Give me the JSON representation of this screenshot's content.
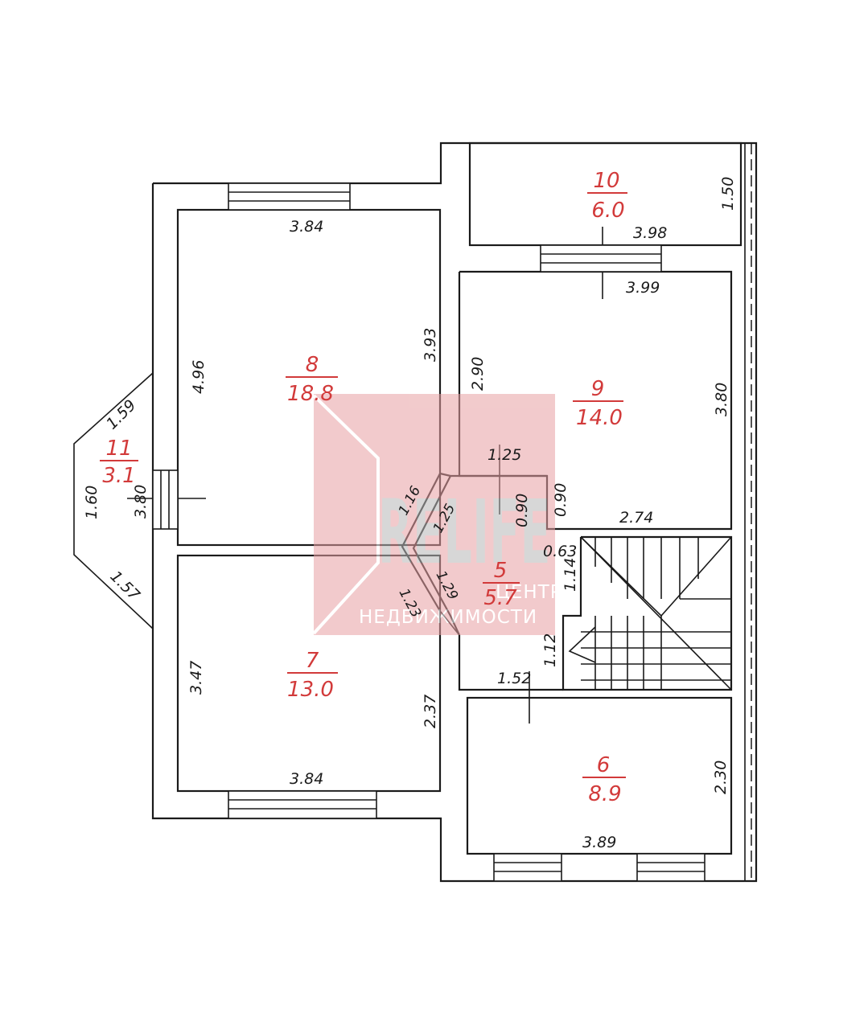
{
  "floor_plan": {
    "colors": {
      "walls": "#1a1a1a",
      "room_labels": "#d23a3a",
      "watermark": "#e8a0a3"
    },
    "rooms": [
      {
        "id": "room-8",
        "number": "8",
        "area": "18.8"
      },
      {
        "id": "room-9",
        "number": "9",
        "area": "14.0"
      },
      {
        "id": "room-10",
        "number": "10",
        "area": "6.0"
      },
      {
        "id": "room-11",
        "number": "11",
        "area": "3.1"
      },
      {
        "id": "room-7",
        "number": "7",
        "area": "13.0"
      },
      {
        "id": "room-5",
        "number": "5",
        "area": "5.7"
      },
      {
        "id": "room-6",
        "number": "6",
        "area": "8.9"
      }
    ],
    "dimensions": {
      "r8_top": "3.84",
      "r8_left": "4.96",
      "r8_right": "3.93",
      "r10_width": "3.98",
      "r10_depth": "1.50",
      "r9_top": "3.99",
      "r9_left": "2.90",
      "r9_right": "3.80",
      "r9_bottom": "2.74",
      "r11_upper": "1.59",
      "r11_side": "1.60",
      "r11_lower": "1.57",
      "r11_door": "3.80",
      "hall_top": "1.25",
      "hall_a": "0.90",
      "hall_b": "0.90",
      "diag_upper": "1.16",
      "diag_upper2": "1.25",
      "diag_lower": "1.23",
      "diag_lower2": "1.29",
      "stair_a": "0.63",
      "stair_b": "1.14",
      "stair_c": "1.12",
      "hall_bottom": "1.52",
      "r7_left": "3.47",
      "r7_right": "2.37",
      "r7_bottom": "3.84",
      "r6_right": "2.30",
      "r6_bottom": "3.89"
    },
    "watermark": {
      "brand": "RELIFE",
      "line1": "ЦЕНТР",
      "line2": "НЕДВИЖИМОСТИ"
    }
  }
}
